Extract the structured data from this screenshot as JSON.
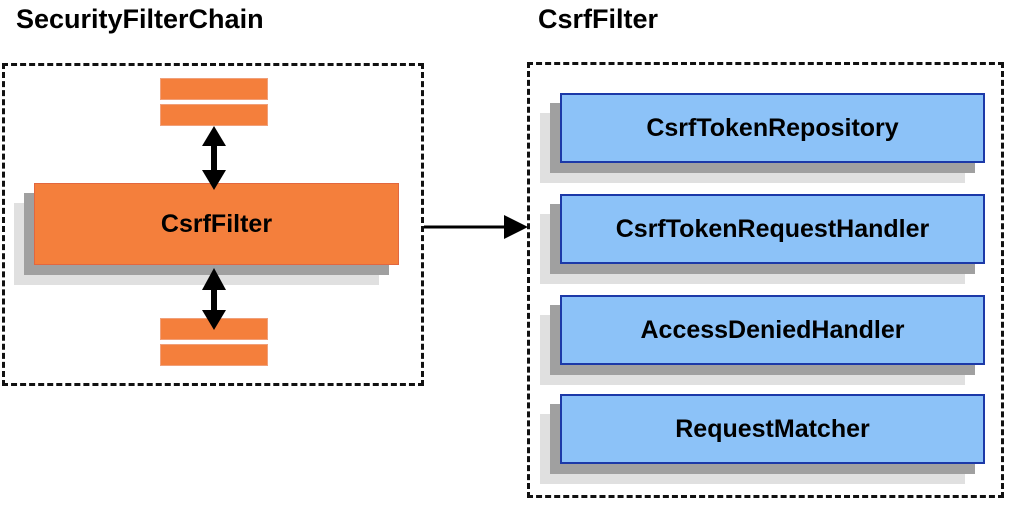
{
  "diagram": {
    "type": "component-relationship-diagram",
    "background_color": "#ffffff",
    "colors": {
      "orange_fill": "#f47f3c",
      "orange_border": "#e2673f",
      "blue_fill": "#8cc2f8",
      "blue_border": "#1c39a8",
      "shadow_dark": "#a0a0a0",
      "shadow_light": "#e0e0e0",
      "dashed_border": "#111111",
      "text": "#000000"
    }
  },
  "left_panel": {
    "title": "SecurityFilterChain",
    "filters_above": [
      {
        "label": ""
      },
      {
        "label": ""
      }
    ],
    "highlighted_filter": {
      "label": "CsrfFilter"
    },
    "filters_below": [
      {
        "label": ""
      },
      {
        "label": ""
      }
    ],
    "connector_above": "double-headed-vertical-arrow",
    "connector_below": "double-headed-vertical-arrow"
  },
  "right_panel": {
    "title": "CsrfFilter",
    "collaborators": [
      {
        "label": "CsrfTokenRepository"
      },
      {
        "label": "CsrfTokenRequestHandler"
      },
      {
        "label": "AccessDeniedHandler"
      },
      {
        "label": "RequestMatcher"
      }
    ]
  },
  "connector": {
    "name": "expands-into-arrow",
    "direction": "left-to-right",
    "style": "solid-single-headed"
  }
}
